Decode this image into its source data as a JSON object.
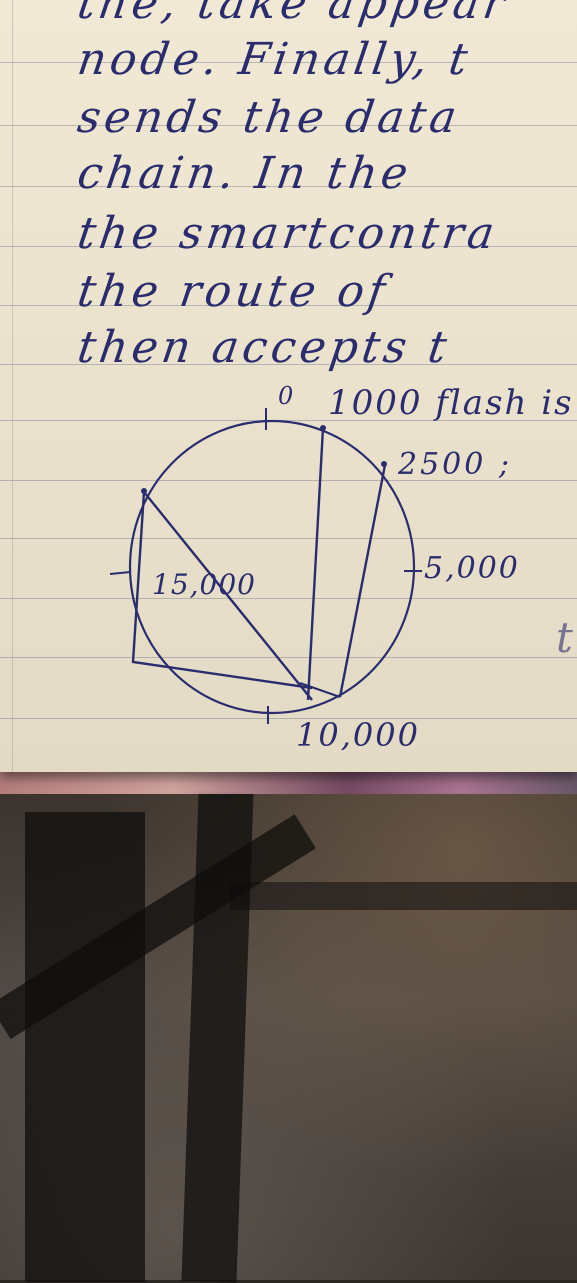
{
  "notebook_text": {
    "lines": [
      "the, take appear",
      "node. Finally, t",
      "sends the data",
      "chain. In the",
      "the smartcontra",
      "the route of",
      "then accepts t"
    ],
    "line_after": "1000 flash is"
  },
  "diagram": {
    "labels": {
      "top": "0",
      "right_upper": "2500 ;",
      "right": "5,000",
      "bottom": "10,000",
      "left": "15,000"
    },
    "margin_letter": "t"
  },
  "colors": {
    "ink": "#2b2c6e",
    "paper": "#efe6cf",
    "rule": "#7d8296"
  }
}
